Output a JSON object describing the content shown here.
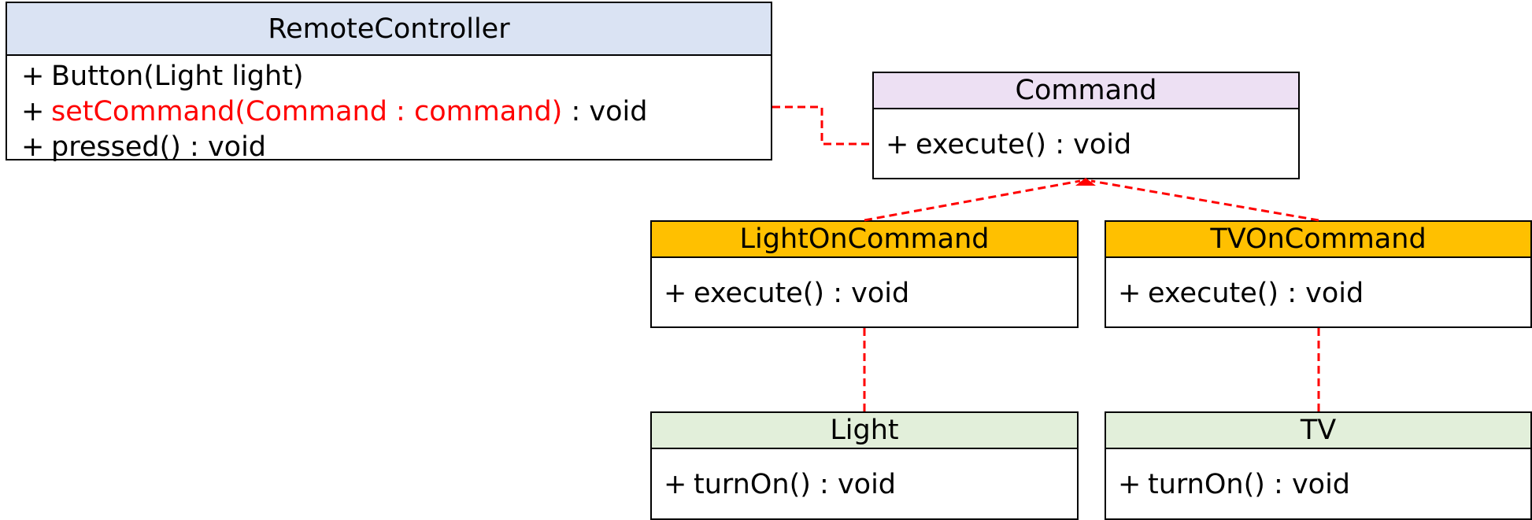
{
  "colors": {
    "border": "#000000",
    "highlight": "#ff0000",
    "connector": "#ff0000",
    "remote_controller_header": "#dae3f3",
    "command_header": "#ede0f3",
    "concrete_command_header": "#ffc000",
    "receiver_header": "#e2efda"
  },
  "classes": {
    "remote_controller": {
      "name": "RemoteController",
      "members": [
        {
          "visibility": "+",
          "text": "Button(Light light)"
        },
        {
          "visibility": "+",
          "highlight": "setCommand(Command : command)",
          "text": " : void"
        },
        {
          "visibility": "+",
          "text": "pressed() : void"
        }
      ]
    },
    "command": {
      "name": "Command",
      "members": [
        {
          "visibility": "+",
          "text": "execute() : void"
        }
      ]
    },
    "light_on_command": {
      "name": "LightOnCommand",
      "members": [
        {
          "visibility": "+",
          "text": "execute() : void"
        }
      ]
    },
    "tv_on_command": {
      "name": "TVOnCommand",
      "members": [
        {
          "visibility": "+",
          "text": "execute() : void"
        }
      ]
    },
    "light": {
      "name": "Light",
      "members": [
        {
          "visibility": "+",
          "text": "turnOn() : void"
        }
      ]
    },
    "tv": {
      "name": "TV",
      "members": [
        {
          "visibility": "+",
          "text": "turnOn() : void"
        }
      ]
    }
  },
  "relations": [
    {
      "from": "RemoteController",
      "to": "Command",
      "kind": "dependency"
    },
    {
      "from": "LightOnCommand",
      "to": "Command",
      "kind": "realization"
    },
    {
      "from": "TVOnCommand",
      "to": "Command",
      "kind": "realization"
    },
    {
      "from": "LightOnCommand",
      "to": "Light",
      "kind": "dependency"
    },
    {
      "from": "TVOnCommand",
      "to": "TV",
      "kind": "dependency"
    }
  ]
}
